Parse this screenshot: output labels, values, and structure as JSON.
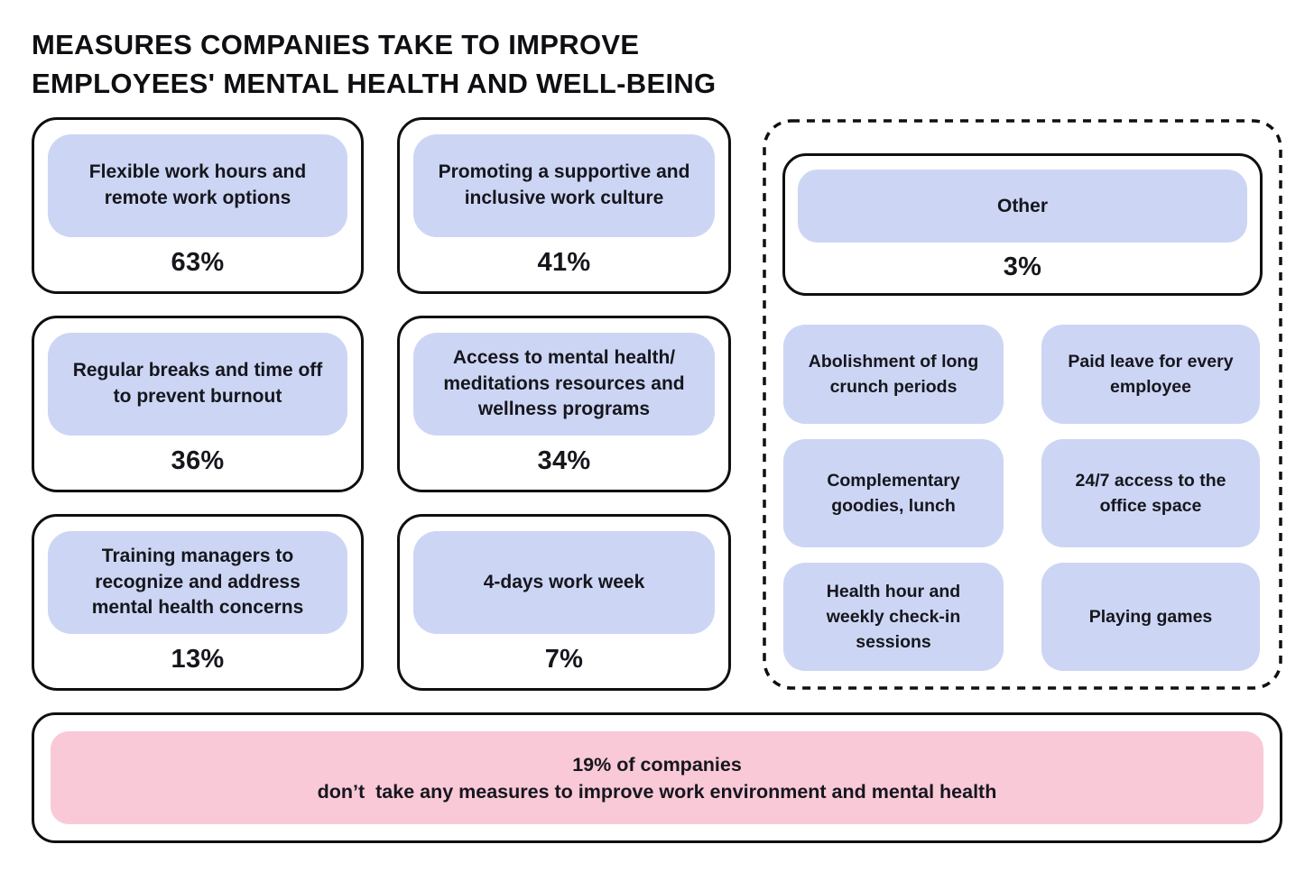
{
  "title": {
    "line1": "MEASURES COMPANIES TAKE TO IMPROVE",
    "line2": "EMPLOYEES' MENTAL HEALTH AND WELL-BEING"
  },
  "colors": {
    "lavender": "#ccd6f4",
    "pink": "#f9c9d7",
    "ink": "#16161d"
  },
  "measures": [
    {
      "label": "Flexible work hours and remote work options",
      "value": "63%"
    },
    {
      "label": "Promoting a supportive and inclusive work culture",
      "value": "41%"
    },
    {
      "label": "Regular breaks and time off to prevent burnout",
      "value": "36%"
    },
    {
      "label": "Access to mental health/ meditations resources and wellness programs",
      "value": "34%"
    },
    {
      "label": "Training managers to recognize and address mental health concerns",
      "value": "13%"
    },
    {
      "label": "4-days work week",
      "value": "7%"
    }
  ],
  "other": {
    "label": "Other",
    "value": "3%",
    "items": [
      "Abolishment of long crunch periods",
      "Paid leave for every employee",
      "Complementary goodies, lunch",
      "24/7 access to the office space",
      "Health hour and weekly check-in sessions",
      "Playing games"
    ]
  },
  "footer": {
    "line1": "19% of companies",
    "line2": "don’t  take any measures to improve work environment and mental health"
  },
  "chart_data": {
    "type": "table",
    "title": "Measures companies take to improve employees' mental health and well-being",
    "categories": [
      "Flexible work hours and remote work options",
      "Promoting a supportive and inclusive work culture",
      "Regular breaks and time off to prevent burnout",
      "Access to mental health/ meditations resources and wellness programs",
      "Training managers to recognize and address mental health concerns",
      "4-days work week",
      "Other",
      "Don’t take any measures to improve work environment and mental health"
    ],
    "values": [
      63,
      41,
      36,
      34,
      13,
      7,
      3,
      19
    ],
    "unit": "%",
    "other_breakdown": [
      "Abolishment of long crunch periods",
      "Paid leave for every employee",
      "Complementary goodies, lunch",
      "24/7 access to the office space",
      "Health hour and weekly check-in sessions",
      "Playing games"
    ]
  }
}
